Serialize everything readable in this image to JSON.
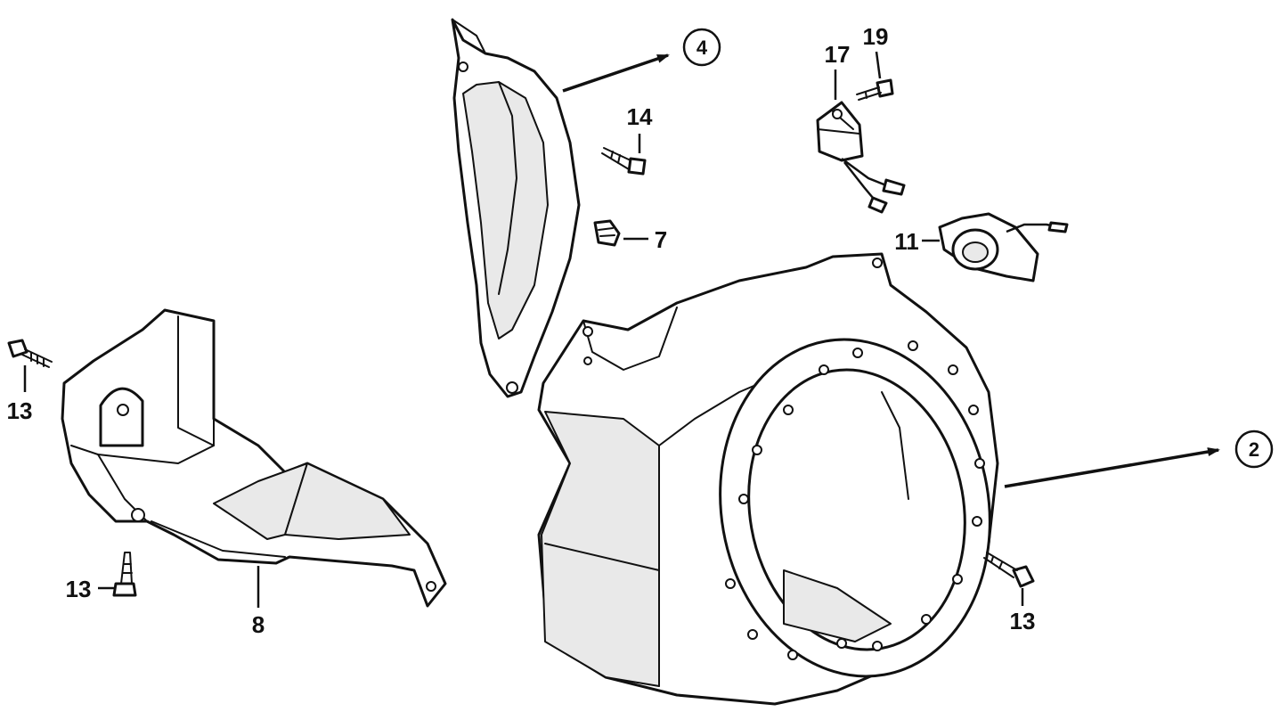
{
  "callouts": {
    "c13a": "13",
    "c13b": "13",
    "c13c": "13",
    "c8": "8",
    "c7": "7",
    "c14": "14",
    "c17": "17",
    "c19": "19",
    "c11": "11"
  },
  "references": {
    "r4": "4",
    "r2": "2"
  }
}
